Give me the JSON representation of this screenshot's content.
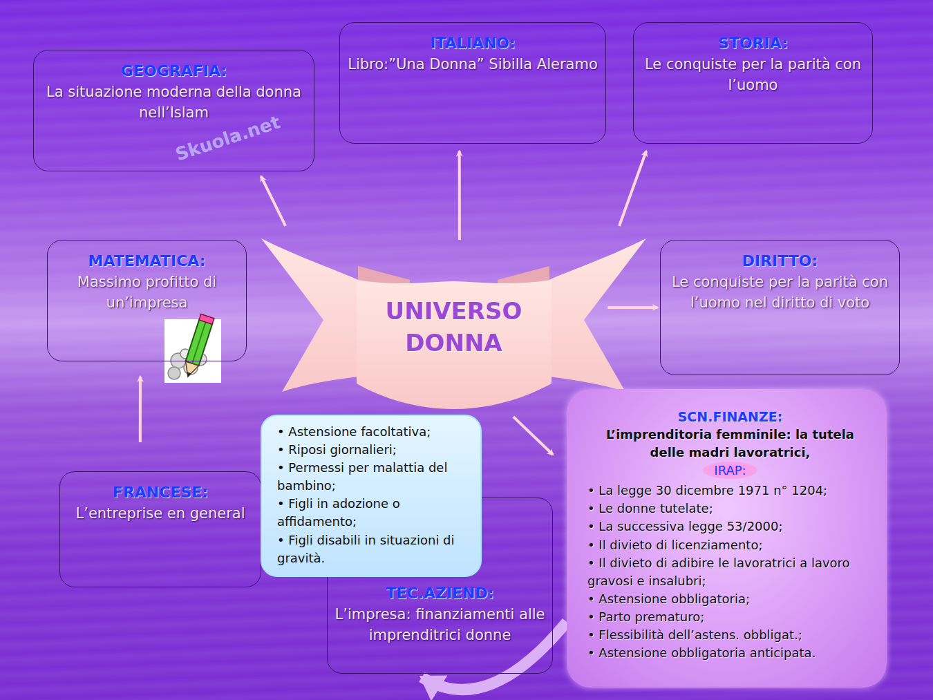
{
  "diagram": {
    "nodes": [
      {
        "text": [
          "GEOGRAFIA:",
          "La situazione moderna della donna nell’Islam"
        ]
      },
      {
        "text": [
          "ITALIANO:",
          "Libro:”Una Donna” Sibilla Aleramo"
        ]
      },
      {
        "text": [
          "STORIA:",
          "Le conquiste per la parità con l’uomo"
        ]
      },
      {
        "text": [
          "MATEMATICA:",
          "Massimo profitto di un’impresa"
        ]
      },
      {
        "text": [
          "UNIVERSO DONNA"
        ]
      },
      {
        "text": [
          "DIRITTO:",
          "Le conquiste per la parità con l’uomo nel diritto di voto"
        ]
      },
      {
        "text": [
          "SCN.FINANZE:",
          "L’imprenditoria femminile: la tutela delle madri lavoratrici,",
          "IRAP:",
          "• La legge 30 dicembre 1971 n° 1204;",
          "• Le donne tutelate;",
          "• La successiva legge 53/2000;",
          "• Il divieto di licenziamento;",
          "• Il divieto di adibire le lavoratrici a lavoro gravosi e insalubri;",
          "• Astensione obbligatoria;",
          "• Parto prematuro;",
          "• Flessibilità dell’astens. obbligat.;",
          "• Astensione obbligatoria anticipata."
        ]
      },
      {
        "text": [
          "• Astensione facoltativa;",
          "• Riposi giornalieri;",
          "• Permessi per malattia del bambino;",
          "• Figli in adozione o affidamento;",
          "• Figli disabili in situazioni di gravità."
        ]
      },
      {
        "text": [
          "FRANCESE:",
          "L’entreprise en general"
        ]
      },
      {
        "text": [
          "TEC.AZIEND:",
          "L’impresa: finanziamenti alle imprenditrici donne"
        ]
      }
    ],
    "edges": [
      {
        "from": 4,
        "to": 0,
        "arrow": "to"
      },
      {
        "from": 4,
        "to": 1,
        "arrow": "to"
      },
      {
        "from": 4,
        "to": 2,
        "arrow": "to"
      },
      {
        "from": 4,
        "to": 5,
        "arrow": "to"
      },
      {
        "from": 4,
        "to": 6,
        "arrow": "to"
      },
      {
        "from": 8,
        "to": 3,
        "arrow": "to"
      },
      {
        "from": 6,
        "to": 9,
        "arrow": "to"
      }
    ],
    "labels": [
      "Skuola.net"
    ]
  }
}
